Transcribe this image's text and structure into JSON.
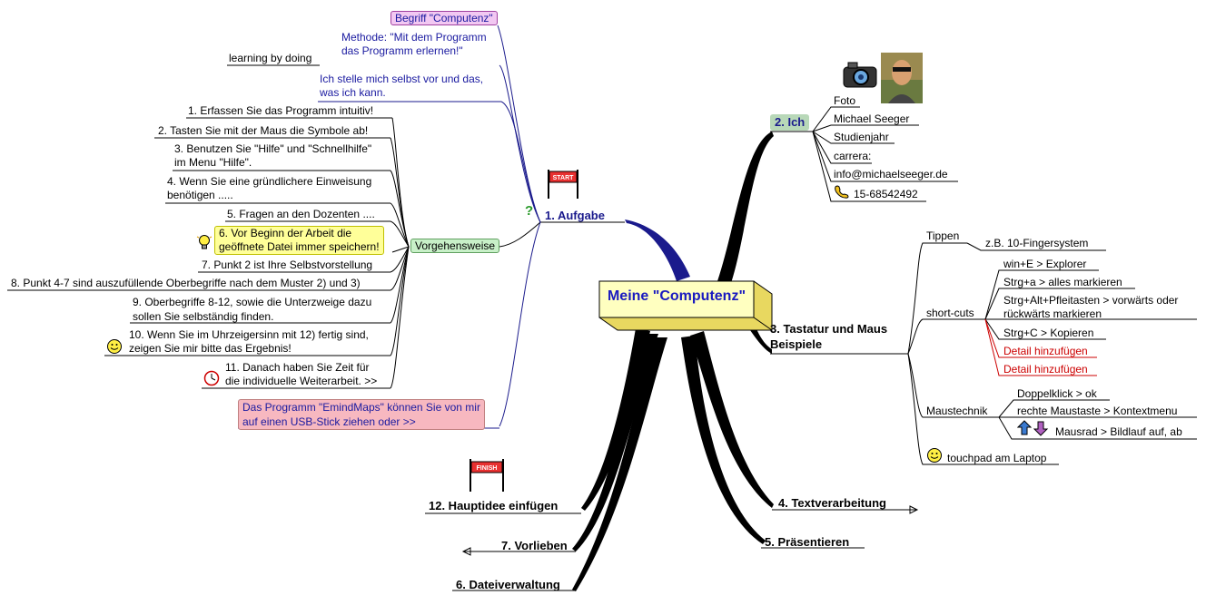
{
  "center": {
    "title": "Meine \"Computenz\""
  },
  "branch_aufgabe": {
    "label": "1. Aufgabe",
    "begriff": "Begriff \"Computenz\"",
    "methode_1": "Methode: \"Mit dem Programm",
    "methode_2": "das Programm erlernen!\"",
    "learning": "learning by doing",
    "ich_stelle_1": "Ich stelle mich selbst vor und das,",
    "ich_stelle_2": "was ich kann.",
    "vorgehensweise": "Vorgehensweise",
    "steps": {
      "s1": "1. Erfassen Sie das Programm intuitiv!",
      "s2": "2. Tasten Sie mit der Maus die Symbole ab!",
      "s3a": "3. Benutzen Sie \"Hilfe\" und \"Schnellhilfe\"",
      "s3b": "im Menu \"Hilfe\".",
      "s4a": "4. Wenn Sie eine gründlichere Einweisung",
      "s4b": "benötigen .....",
      "s5": "5. Fragen an den Dozenten ....",
      "s6a": "6. Vor Beginn der Arbeit die",
      "s6b": "geöffnete Datei immer speichern!",
      "s7": "7. Punkt 2 ist Ihre Selbstvorstellung",
      "s8": "8. Punkt 4-7 sind auszufüllende Oberbegriffe nach dem Muster 2) und 3)",
      "s9a": "9. Oberbegriffe 8-12, sowie die Unterzweige dazu",
      "s9b": "sollen Sie selbständig finden.",
      "s10a": "10. Wenn Sie im Uhrzeigersinn mit 12) fertig sind,",
      "s10b": "zeigen Sie mir bitte das Ergebnis!",
      "s11a": "11. Danach haben Sie Zeit für",
      "s11b": "die individuelle Weiterarbeit. >>"
    },
    "emind_1": "Das Programm \"EmindMaps\" können Sie von mir",
    "emind_2": "auf einen USB-Stick ziehen oder >>",
    "start_flag": "START"
  },
  "branch_ich": {
    "label": "2. Ich",
    "foto": "Foto",
    "name": "Michael Seeger",
    "studienjahr": "Studienjahr",
    "carrera": "carrera:",
    "email": "info@michaelseeger.de",
    "phone": "15-68542492"
  },
  "branch_tastatur": {
    "label_1": "3. Tastatur und Maus",
    "label_2": "Beispiele",
    "tippen": "Tippen",
    "tippen_sub": "z.B.  10-Fingersystem",
    "shortcuts": "short-cuts",
    "sc1": "win+E > Explorer",
    "sc2": "Strg+a > alles markieren",
    "sc3a": "Strg+Alt+Pfleitasten > vorwärts oder",
    "sc3b": "rückwärts markieren",
    "sc4": "Strg+C > Kopieren",
    "detail1": "Detail hinzufügen",
    "detail2": "Detail hinzufügen",
    "maustechnik": "Maustechnik",
    "mt1": "Doppelklick > ok",
    "mt2": "rechte Maustaste > Kontextmenu",
    "mt3": "Mausrad > Bildlauf auf, ab",
    "touchpad": "touchpad am Laptop"
  },
  "branch_text": {
    "label": "4. Textverarbeitung"
  },
  "branch_praes": {
    "label": "5. Präsentieren"
  },
  "branch_datei": {
    "label": "6. Dateiverwaltung"
  },
  "branch_vorlieben": {
    "label": "7. Vorlieben"
  },
  "branch_haupt": {
    "label": "12. Hauptidee einfügen",
    "finish_flag": "FINISH"
  },
  "colors": {
    "begriff_bg": "#f2c8f2",
    "vorgehen_bg": "#c8f0c8",
    "step6_bg": "#ffff99",
    "emind_bg": "#f7b8c0",
    "ich_bg": "#b8d8b8",
    "center_box": "#ffffb0"
  }
}
